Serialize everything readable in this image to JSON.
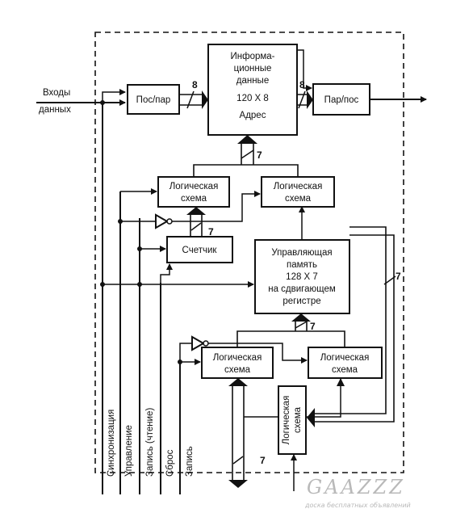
{
  "blocks": {
    "info_memory": [
      "Информа-",
      "ционные",
      "данные",
      "120 X 8",
      "Адрес"
    ],
    "pos_par": "Пос/пар",
    "par_pos": "Пар/пос",
    "logic_1": [
      "Логическая",
      "схема"
    ],
    "logic_2": [
      "Логическая",
      "схема"
    ],
    "counter": "Счетчик",
    "control_memory": [
      "Управляющая",
      "память",
      "128 X 7",
      "на сдвигающем",
      "регистре"
    ],
    "logic_3": [
      "Логическая",
      "схема"
    ],
    "logic_4": [
      "Логическая",
      "схема"
    ],
    "logic_5": [
      "Логическая",
      "схема"
    ]
  },
  "inputs": {
    "data_in": [
      "Входы",
      "данных"
    ]
  },
  "signals": [
    "Синхронизация",
    "Управление",
    "Запись (чтение)",
    "Сброс",
    "Запись"
  ],
  "bus_widths": {
    "in": "8",
    "out": "8",
    "address": "7",
    "counter": "7",
    "control": "7",
    "feedback": "7",
    "bottom": "7"
  },
  "watermark": {
    "logo": "GAAZZZ",
    "tagline": "доска бесплатных объявлений"
  }
}
